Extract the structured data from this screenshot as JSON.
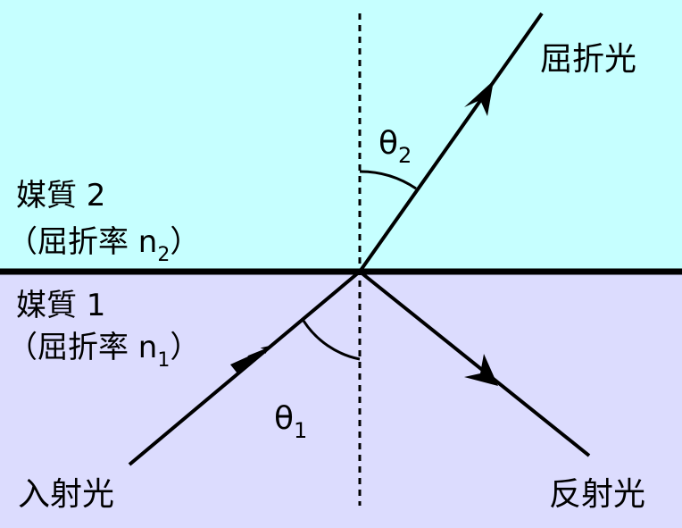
{
  "colors": {
    "medium2": "#c6ffff",
    "medium1": "#dcdcfe",
    "line": "#000000"
  },
  "labels": {
    "refracted_light": "屈折光",
    "incident_light": "入射光",
    "reflected_light": "反射光",
    "theta": "θ",
    "theta1_sub": "1",
    "theta2_sub": "2",
    "medium2_name": "媒質 2",
    "medium2_index_prefix": "（屈折率 n",
    "medium2_index_sub": "2",
    "medium2_index_suffix": "）",
    "medium1_name": "媒質 1",
    "medium1_index_prefix": "（屈折率 n",
    "medium1_index_sub": "1",
    "medium1_index_suffix": "）"
  }
}
